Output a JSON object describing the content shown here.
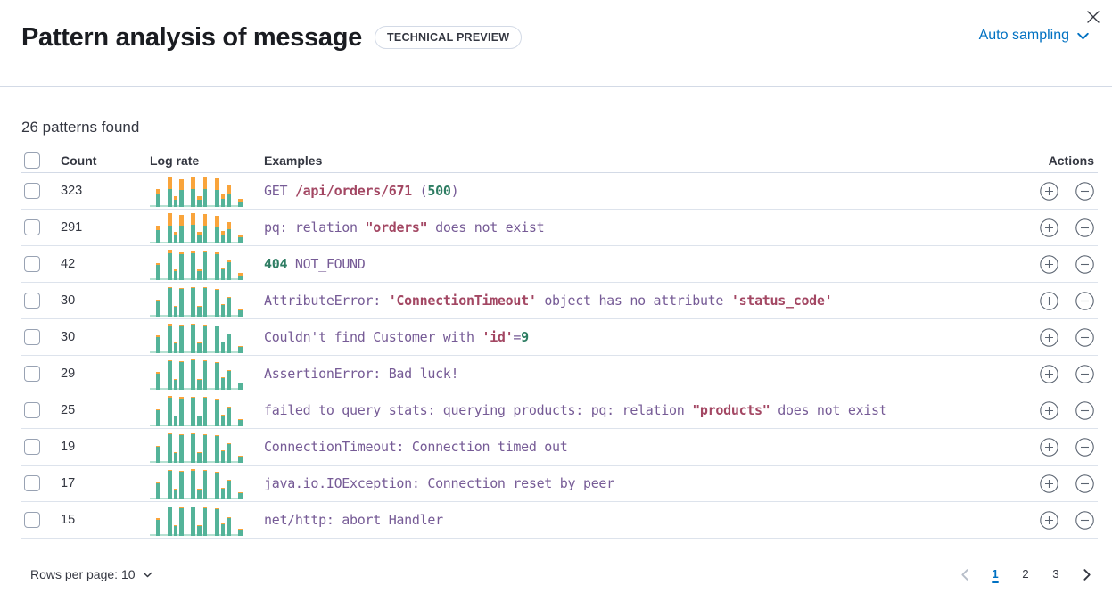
{
  "header": {
    "title": "Pattern analysis of message",
    "badge": "TECHNICAL PREVIEW",
    "sampling_label": "Auto sampling"
  },
  "summary": "26 patterns found",
  "table": {
    "columns": {
      "count": "Count",
      "log_rate": "Log rate",
      "examples": "Examples",
      "actions": "Actions"
    },
    "rows": [
      {
        "count": "323",
        "tokens": [
          {
            "t": "GET ",
            "c": "p"
          },
          {
            "t": "/api/orders/671",
            "c": "r"
          },
          {
            "t": " (",
            "c": "p"
          },
          {
            "t": "500",
            "c": "g"
          },
          {
            "t": ")",
            "c": "p"
          }
        ],
        "bars": [
          [
            0.05,
            0
          ],
          [
            0.42,
            0.18
          ],
          [
            0.05,
            0
          ],
          [
            0.58,
            0.42
          ],
          [
            0.24,
            0.12
          ],
          [
            0.56,
            0.36
          ],
          [
            0.07,
            0
          ],
          [
            0.6,
            0.4
          ],
          [
            0.24,
            0.12
          ],
          [
            0.58,
            0.39
          ],
          [
            0.05,
            0
          ],
          [
            0.55,
            0.37
          ],
          [
            0.26,
            0.14
          ],
          [
            0.44,
            0.26
          ],
          [
            0.05,
            0
          ],
          [
            0.18,
            0.1
          ]
        ]
      },
      {
        "count": "291",
        "tokens": [
          {
            "t": "pq: relation ",
            "c": "p"
          },
          {
            "t": "\"orders\"",
            "c": "r"
          },
          {
            "t": " does not exist",
            "c": "p"
          }
        ],
        "bars": [
          [
            0.05,
            0
          ],
          [
            0.44,
            0.16
          ],
          [
            0.05,
            0
          ],
          [
            0.6,
            0.4
          ],
          [
            0.25,
            0.11
          ],
          [
            0.58,
            0.34
          ],
          [
            0.07,
            0
          ],
          [
            0.62,
            0.38
          ],
          [
            0.25,
            0.11
          ],
          [
            0.6,
            0.37
          ],
          [
            0.05,
            0
          ],
          [
            0.57,
            0.35
          ],
          [
            0.28,
            0.12
          ],
          [
            0.46,
            0.24
          ],
          [
            0.05,
            0
          ],
          [
            0.2,
            0.08
          ]
        ]
      },
      {
        "count": "42",
        "tokens": [
          {
            "t": "404",
            "c": "g"
          },
          {
            "t": " NOT_FOUND",
            "c": "p"
          }
        ],
        "bars": [
          [
            0.05,
            0
          ],
          [
            0.5,
            0.06
          ],
          [
            0.05,
            0
          ],
          [
            0.88,
            0.12
          ],
          [
            0.3,
            0.05
          ],
          [
            0.85,
            0.05
          ],
          [
            0.07,
            0
          ],
          [
            0.88,
            0.09
          ],
          [
            0.3,
            0.05
          ],
          [
            0.9,
            0.05
          ],
          [
            0.05,
            0
          ],
          [
            0.85,
            0.06
          ],
          [
            0.35,
            0.05
          ],
          [
            0.58,
            0.09
          ],
          [
            0.05,
            0
          ],
          [
            0.16,
            0.1
          ]
        ]
      },
      {
        "count": "30",
        "tokens": [
          {
            "t": "AttributeError: ",
            "c": "p"
          },
          {
            "t": "'ConnectionTimeout'",
            "c": "r"
          },
          {
            "t": " object has no attribute ",
            "c": "p"
          },
          {
            "t": "'status_code'",
            "c": "r"
          }
        ],
        "bars": [
          [
            0.05,
            0
          ],
          [
            0.54,
            0.02
          ],
          [
            0.05,
            0
          ],
          [
            0.95,
            0.04
          ],
          [
            0.32,
            0.02
          ],
          [
            0.9,
            0.03
          ],
          [
            0.07,
            0
          ],
          [
            0.95,
            0.04
          ],
          [
            0.32,
            0.02
          ],
          [
            0.93,
            0.03
          ],
          [
            0.05,
            0
          ],
          [
            0.88,
            0.04
          ],
          [
            0.37,
            0.02
          ],
          [
            0.63,
            0.03
          ],
          [
            0.05,
            0
          ],
          [
            0.22,
            0.02
          ]
        ]
      },
      {
        "count": "30",
        "tokens": [
          {
            "t": "Couldn't find Customer with ",
            "c": "p"
          },
          {
            "t": "'id'",
            "c": "r"
          },
          {
            "t": "=",
            "c": "p"
          },
          {
            "t": "9",
            "c": "g"
          }
        ],
        "bars": [
          [
            0.05,
            0
          ],
          [
            0.52,
            0.05
          ],
          [
            0.05,
            0
          ],
          [
            0.92,
            0.06
          ],
          [
            0.32,
            0.02
          ],
          [
            0.9,
            0.03
          ],
          [
            0.07,
            0
          ],
          [
            0.94,
            0.04
          ],
          [
            0.33,
            0.02
          ],
          [
            0.92,
            0.04
          ],
          [
            0.05,
            0
          ],
          [
            0.88,
            0.03
          ],
          [
            0.36,
            0.02
          ],
          [
            0.62,
            0.04
          ],
          [
            0.05,
            0
          ],
          [
            0.2,
            0.02
          ]
        ]
      },
      {
        "count": "29",
        "tokens": [
          {
            "t": "AssertionError: Bad luck!",
            "c": "p"
          }
        ],
        "bars": [
          [
            0.05,
            0
          ],
          [
            0.52,
            0.06
          ],
          [
            0.05,
            0
          ],
          [
            0.94,
            0.04
          ],
          [
            0.33,
            0.02
          ],
          [
            0.9,
            0.04
          ],
          [
            0.07,
            0
          ],
          [
            0.96,
            0.03
          ],
          [
            0.32,
            0.02
          ],
          [
            0.94,
            0.03
          ],
          [
            0.05,
            0
          ],
          [
            0.89,
            0.03
          ],
          [
            0.37,
            0.02
          ],
          [
            0.63,
            0.03
          ],
          [
            0.05,
            0
          ],
          [
            0.22,
            0.02
          ]
        ]
      },
      {
        "count": "25",
        "tokens": [
          {
            "t": "failed to query stats: querying products: pq: relation ",
            "c": "p"
          },
          {
            "t": "\"products\"",
            "c": "r"
          },
          {
            "t": " does not exist",
            "c": "p"
          }
        ],
        "bars": [
          [
            0.05,
            0
          ],
          [
            0.53,
            0.03
          ],
          [
            0.05,
            0
          ],
          [
            0.93,
            0.05
          ],
          [
            0.32,
            0.03
          ],
          [
            0.91,
            0.05
          ],
          [
            0.07,
            0
          ],
          [
            0.95,
            0.04
          ],
          [
            0.33,
            0.02
          ],
          [
            0.93,
            0.03
          ],
          [
            0.05,
            0
          ],
          [
            0.88,
            0.03
          ],
          [
            0.36,
            0.02
          ],
          [
            0.62,
            0.03
          ],
          [
            0.05,
            0
          ],
          [
            0.21,
            0.02
          ]
        ]
      },
      {
        "count": "19",
        "tokens": [
          {
            "t": "ConnectionTimeout: Connection timed out",
            "c": "p"
          }
        ],
        "bars": [
          [
            0.05,
            0
          ],
          [
            0.54,
            0.02
          ],
          [
            0.05,
            0
          ],
          [
            0.94,
            0.04
          ],
          [
            0.33,
            0.02
          ],
          [
            0.9,
            0.03
          ],
          [
            0.07,
            0
          ],
          [
            0.95,
            0.04
          ],
          [
            0.32,
            0.02
          ],
          [
            0.92,
            0.03
          ],
          [
            0.05,
            0
          ],
          [
            0.88,
            0.03
          ],
          [
            0.37,
            0.02
          ],
          [
            0.62,
            0.03
          ],
          [
            0.05,
            0
          ],
          [
            0.21,
            0.02
          ]
        ]
      },
      {
        "count": "17",
        "tokens": [
          {
            "t": "java.io.IOException: Connection reset by peer",
            "c": "p"
          }
        ],
        "bars": [
          [
            0.05,
            0
          ],
          [
            0.53,
            0.04
          ],
          [
            0.05,
            0
          ],
          [
            0.95,
            0.03
          ],
          [
            0.32,
            0.02
          ],
          [
            0.91,
            0.03
          ],
          [
            0.07,
            0
          ],
          [
            0.94,
            0.05
          ],
          [
            0.33,
            0.02
          ],
          [
            0.93,
            0.03
          ],
          [
            0.05,
            0
          ],
          [
            0.89,
            0.03
          ],
          [
            0.36,
            0.02
          ],
          [
            0.63,
            0.03
          ],
          [
            0.05,
            0
          ],
          [
            0.22,
            0.02
          ]
        ]
      },
      {
        "count": "15",
        "tokens": [
          {
            "t": "net/http: abort Handler",
            "c": "p"
          }
        ],
        "bars": [
          [
            0.05,
            0
          ],
          [
            0.52,
            0.06
          ],
          [
            0.05,
            0
          ],
          [
            0.93,
            0.04
          ],
          [
            0.33,
            0.02
          ],
          [
            0.9,
            0.03
          ],
          [
            0.07,
            0
          ],
          [
            0.95,
            0.03
          ],
          [
            0.32,
            0.02
          ],
          [
            0.92,
            0.04
          ],
          [
            0.05,
            0
          ],
          [
            0.88,
            0.03
          ],
          [
            0.37,
            0.02
          ],
          [
            0.6,
            0.03
          ],
          [
            0.05,
            0
          ],
          [
            0.21,
            0.02
          ]
        ]
      }
    ]
  },
  "footer": {
    "rows_per_page_label": "Rows per page: 10",
    "pages": [
      "1",
      "2",
      "3"
    ],
    "active_page": "1"
  },
  "colors": {
    "accent_blue": "#0071c2",
    "token_purple": "#765b96",
    "token_red": "#a34763",
    "token_green": "#2e7d63",
    "bar_green": "#54b399",
    "bar_green_light": "#b5e0d2",
    "bar_orange": "#f9a43b"
  }
}
